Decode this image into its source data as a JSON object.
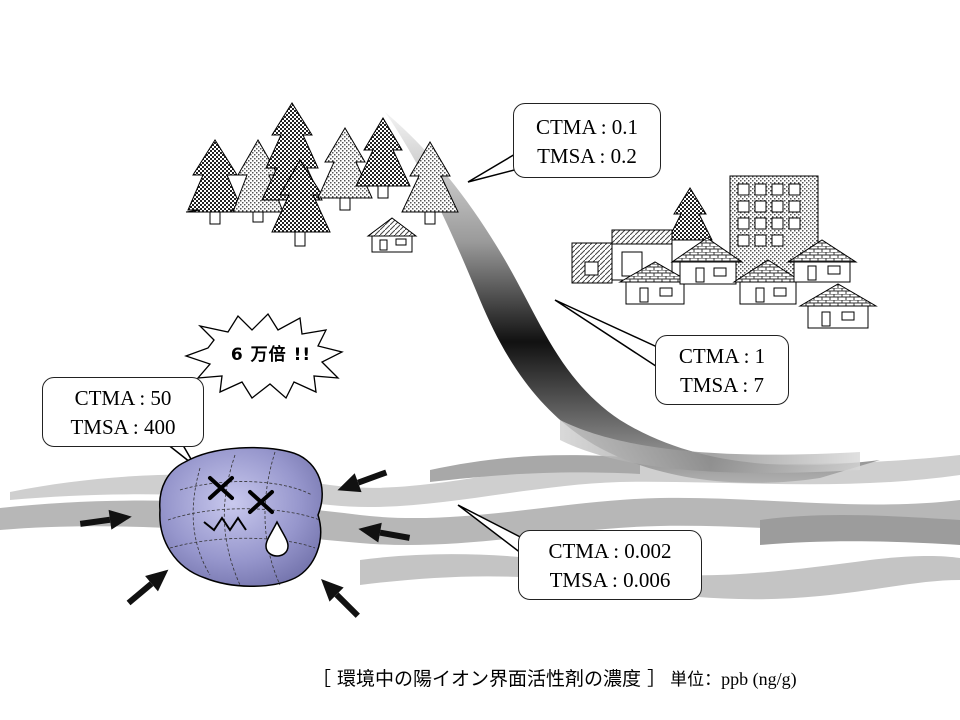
{
  "labels": {
    "forest": {
      "line1": "CTMA : 0.1",
      "line2": "TMSA : 0.2"
    },
    "town": {
      "line1": "CTMA : 1",
      "line2": "TMSA : 7"
    },
    "clam": {
      "line1": "CTMA : 50",
      "line2": "TMSA : 400"
    },
    "sea": {
      "line1": "CTMA : 0.002",
      "line2": "TMSA : 0.006"
    }
  },
  "burst": "6 万倍 !!",
  "caption": {
    "main": "［ 環境中の陽イオン界面活性剤の濃度 ］",
    "unit_label": "単位：",
    "unit_value": "ppb (ng/g)"
  },
  "colors": {
    "tree": "#3a3a3a",
    "river_dark": "#1a1a1a",
    "sea": "#b9b9b9",
    "clam": "#8f8fc4"
  }
}
